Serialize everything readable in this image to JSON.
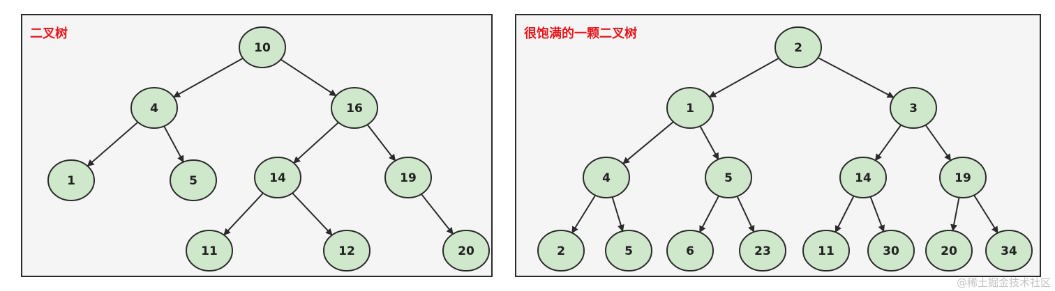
{
  "diagrams": [
    {
      "title": "二叉树",
      "nodes": [
        {
          "id": "n10",
          "label": "10"
        },
        {
          "id": "n4",
          "label": "4"
        },
        {
          "id": "n16",
          "label": "16"
        },
        {
          "id": "n1",
          "label": "1"
        },
        {
          "id": "n5",
          "label": "5"
        },
        {
          "id": "n14",
          "label": "14"
        },
        {
          "id": "n19",
          "label": "19"
        },
        {
          "id": "n11",
          "label": "11"
        },
        {
          "id": "n12",
          "label": "12"
        },
        {
          "id": "n20",
          "label": "20"
        }
      ],
      "edges": [
        {
          "from": "n10",
          "to": "n4"
        },
        {
          "from": "n10",
          "to": "n16"
        },
        {
          "from": "n4",
          "to": "n1"
        },
        {
          "from": "n4",
          "to": "n5"
        },
        {
          "from": "n16",
          "to": "n14"
        },
        {
          "from": "n16",
          "to": "n19"
        },
        {
          "from": "n14",
          "to": "n11"
        },
        {
          "from": "n14",
          "to": "n12"
        },
        {
          "from": "n19",
          "to": "n20"
        }
      ]
    },
    {
      "title": "很饱满的一颗二叉树",
      "nodes": [
        {
          "id": "r2",
          "label": "2"
        },
        {
          "id": "r1",
          "label": "1"
        },
        {
          "id": "r3",
          "label": "3"
        },
        {
          "id": "r4",
          "label": "4"
        },
        {
          "id": "r5",
          "label": "5"
        },
        {
          "id": "r14",
          "label": "14"
        },
        {
          "id": "r19",
          "label": "19"
        },
        {
          "id": "l2",
          "label": "2"
        },
        {
          "id": "l5",
          "label": "5"
        },
        {
          "id": "l6",
          "label": "6"
        },
        {
          "id": "l23",
          "label": "23"
        },
        {
          "id": "l11",
          "label": "11"
        },
        {
          "id": "l30",
          "label": "30"
        },
        {
          "id": "l20",
          "label": "20"
        },
        {
          "id": "l34",
          "label": "34"
        }
      ],
      "edges": [
        {
          "from": "r2",
          "to": "r1"
        },
        {
          "from": "r2",
          "to": "r3"
        },
        {
          "from": "r1",
          "to": "r4"
        },
        {
          "from": "r1",
          "to": "r5"
        },
        {
          "from": "r3",
          "to": "r14"
        },
        {
          "from": "r3",
          "to": "r19"
        },
        {
          "from": "r4",
          "to": "l2"
        },
        {
          "from": "r4",
          "to": "l5"
        },
        {
          "from": "r5",
          "to": "l6"
        },
        {
          "from": "r5",
          "to": "l23"
        },
        {
          "from": "r14",
          "to": "l11"
        },
        {
          "from": "r14",
          "to": "l30"
        },
        {
          "from": "r19",
          "to": "l20"
        },
        {
          "from": "r19",
          "to": "l34"
        }
      ]
    }
  ],
  "watermark": "@稀土掘金技术社区",
  "colors": {
    "node_fill": "#cfe8cc",
    "node_stroke": "#2a2a2a",
    "title": "#e8161b",
    "panel_bg": "#f5f5f5"
  }
}
